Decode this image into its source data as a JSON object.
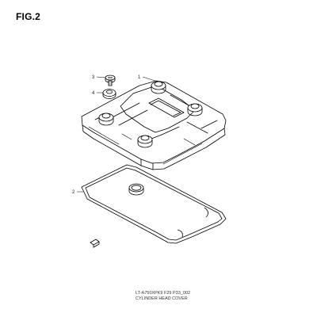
{
  "figure": {
    "label": "FIG.2"
  },
  "callouts": {
    "1": "1",
    "2": "2",
    "3": "3",
    "4": "4"
  },
  "footer": {
    "code": "LT-A750XPK9 F29 P33_002",
    "title": "CYLINDER HEAD COVER"
  }
}
